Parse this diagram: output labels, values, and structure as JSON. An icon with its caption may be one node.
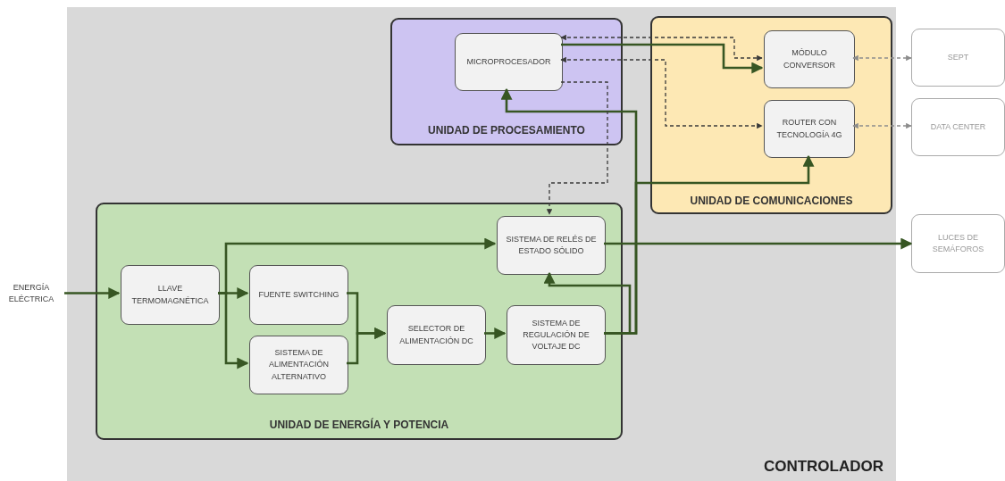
{
  "diagram": {
    "nodes": [
      {
        "text": [
          "CONTROLADOR"
        ]
      },
      {
        "text": [
          "UNIDAD DE PROCESAMIENTO"
        ],
        "in": 0
      },
      {
        "text": [
          "MICROPROCESADOR"
        ],
        "in": 1
      },
      {
        "text": [
          "UNIDAD DE COMUNICACIONES"
        ],
        "in": 0
      },
      {
        "text": [
          "MÓDULO CONVERSOR"
        ],
        "in": 3
      },
      {
        "text": [
          "ROUTER CON TECNOLOGÍA 4G"
        ],
        "in": 3
      },
      {
        "text": [
          "SEPT"
        ]
      },
      {
        "text": [
          "DATA CENTER"
        ]
      },
      {
        "text": [
          "UNIDAD DE ENERGÍA Y POTENCIA"
        ],
        "in": 0
      },
      {
        "text": [
          "LLAVE TERMOMAGNÉTICA"
        ],
        "in": 8
      },
      {
        "text": [
          "FUENTE SWITCHING"
        ],
        "in": 8
      },
      {
        "text": [
          "SISTEMA DE ALIMENTACIÓN ALTERNATIVO"
        ],
        "in": 8
      },
      {
        "text": [
          "SELECTOR DE ALIMENTACIÓN DC"
        ],
        "in": 8
      },
      {
        "text": [
          "SISTEMA DE REGULACIÓN DE VOLTAJE DC"
        ],
        "in": 8
      },
      {
        "text": [
          "SISTEMA DE RELÉS DE ESTADO SÓLIDO"
        ],
        "in": 8
      },
      {
        "text": [
          "LUCES DE SEMÁFOROS"
        ]
      },
      {
        "text": [
          "ENERGÍA ELÉCTRICA"
        ]
      }
    ],
    "edges": [
      {
        "from": 16,
        "to": 9,
        "arrow": "to"
      },
      {
        "from": 9,
        "to": 10,
        "arrow": "to"
      },
      {
        "from": 9,
        "to": 11,
        "arrow": "to"
      },
      {
        "from": 9,
        "to": 14,
        "arrow": "to"
      },
      {
        "from": 10,
        "to": 12,
        "arrow": "to"
      },
      {
        "from": 11,
        "to": 12,
        "arrow": "to"
      },
      {
        "from": 12,
        "to": 13,
        "arrow": "to"
      },
      {
        "from": 13,
        "to": 14,
        "arrow": "to"
      },
      {
        "from": 13,
        "to": 5,
        "arrow": "to"
      },
      {
        "from": 13,
        "to": 2,
        "arrow": "to"
      },
      {
        "from": 14,
        "to": 15,
        "arrow": "to"
      },
      {
        "from": 2,
        "to": 4,
        "arrow": "to"
      },
      {
        "from": 2,
        "to": 4,
        "arrow": "both",
        "style": "dashed",
        "color": "#3a3a3a"
      },
      {
        "from": 2,
        "to": 5,
        "arrow": "both",
        "style": "dashed",
        "color": "#3a3a3a"
      },
      {
        "from": 2,
        "to": 14,
        "arrow": "to",
        "style": "dashed",
        "color": "#3a3a3a"
      },
      {
        "from": 4,
        "to": 6,
        "arrow": "both",
        "style": "dashed",
        "color": "#8c8c8c"
      },
      {
        "from": 5,
        "to": 7,
        "arrow": "both",
        "style": "dashed",
        "color": "#8c8c8c"
      }
    ]
  }
}
